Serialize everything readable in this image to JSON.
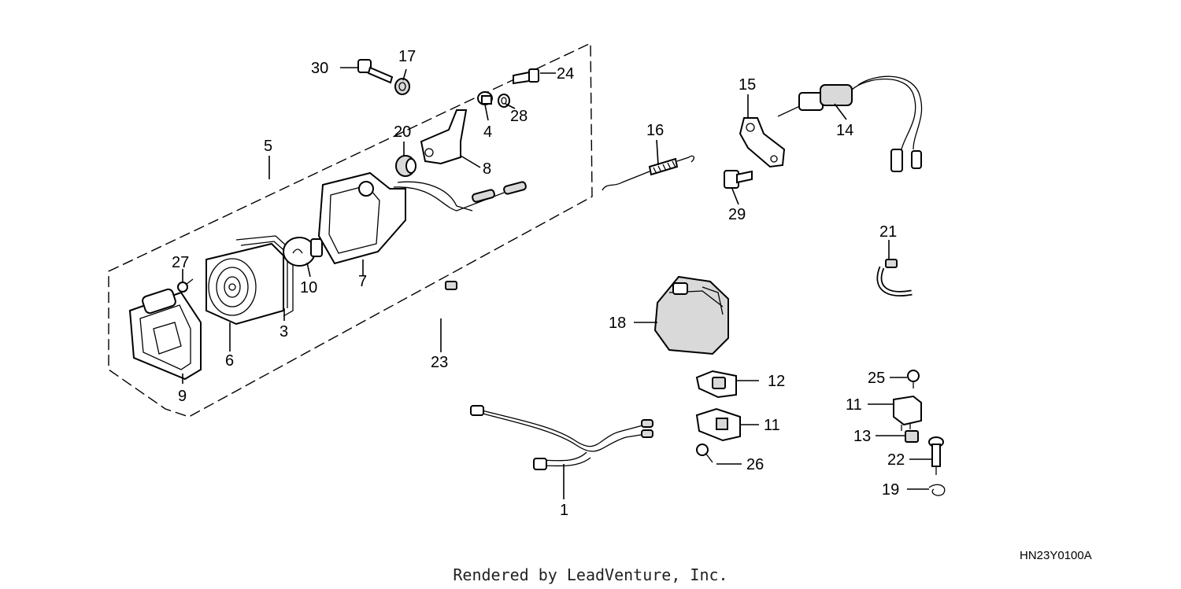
{
  "callouts": {
    "c1": "1",
    "c3": "3",
    "c4": "4",
    "c5": "5",
    "c6": "6",
    "c7": "7",
    "c8": "8",
    "c9": "9",
    "c10": "10",
    "c11a": "11",
    "c11b": "11",
    "c12": "12",
    "c13": "13",
    "c14": "14",
    "c15": "15",
    "c16": "16",
    "c17": "17",
    "c18": "18",
    "c19": "19",
    "c20": "20",
    "c21": "21",
    "c22": "22",
    "c23": "23",
    "c24": "24",
    "c25": "25",
    "c26": "26",
    "c27": "27",
    "c28": "28",
    "c29": "29",
    "c30": "30"
  },
  "diagram_code": "HN23Y0100A",
  "footer": "Rendered by LeadVenture, Inc."
}
